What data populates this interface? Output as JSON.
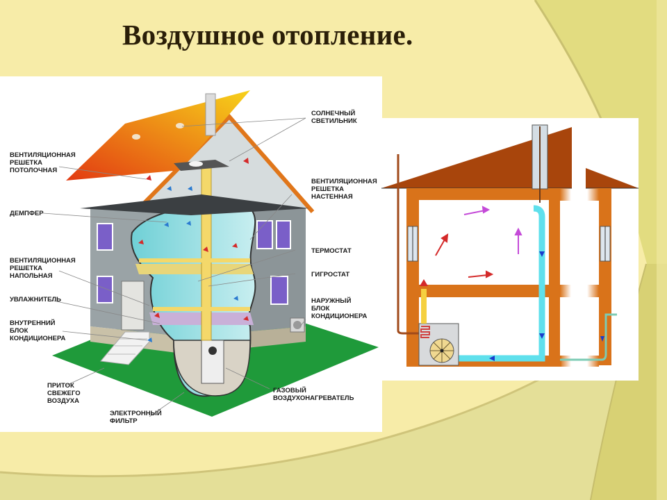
{
  "slide": {
    "title": "Воздушное отопление.",
    "background_color": "#f7eca8",
    "accent_color": "#e2dc80"
  },
  "house_diagram": {
    "labels": {
      "ceiling_vent": "ВЕНТИЛЯЦИОННАЯ\nРЕШЕТКА\nПОТОЛОЧНАЯ",
      "damper": "ДЕМПФЕР",
      "floor_vent": "ВЕНТИЛЯЦИОННАЯ\nРЕШЕТКА\nНАПОЛЬНАЯ",
      "humidifier": "УВЛАЖНИТЕЛЬ",
      "indoor_ac_unit": "ВНУТРЕННИЙ\nБЛОК\nКОНДИЦИОНЕРА",
      "fresh_air_intake": "ПРИТОК\nСВЕЖЕГО\nВОЗДУХА",
      "electronic_filter": "ЭЛЕКТРОННЫЙ\nФИЛЬТР",
      "solar_light": "СОЛНЕЧНЫЙ\nСВЕТИЛЬНИК",
      "wall_vent": "ВЕНТИЛЯЦИОННАЯ\nРЕШЕТКА\nНАСТЕННАЯ",
      "thermostat": "ТЕРМОСТАТ",
      "hygrostat": "ГИГРОСТАТ",
      "outdoor_ac_unit": "НАРУЖНЫЙ\nБЛОК\nКОНДИЦИОНЕРА",
      "gas_air_heater": "ГАЗОВЫЙ\nВОЗДУХОНАГРЕВАТЕЛЬ"
    },
    "colors": {
      "roof": "#f08a1c",
      "wall": "#9aa3a6",
      "interior": "#7fd6d8",
      "lawn": "#1f9a3a",
      "duct": "#f4d86a",
      "window": "#7a5fc8"
    }
  },
  "section_diagram": {
    "colors": {
      "roof": "#a8450c",
      "wall": "#d9731a",
      "duct_cold": "#5fe0ec",
      "hot_arrow": "#d42a2a",
      "air_arrow": "#c44ad8",
      "flow_arrow": "#1a3ccc"
    }
  }
}
